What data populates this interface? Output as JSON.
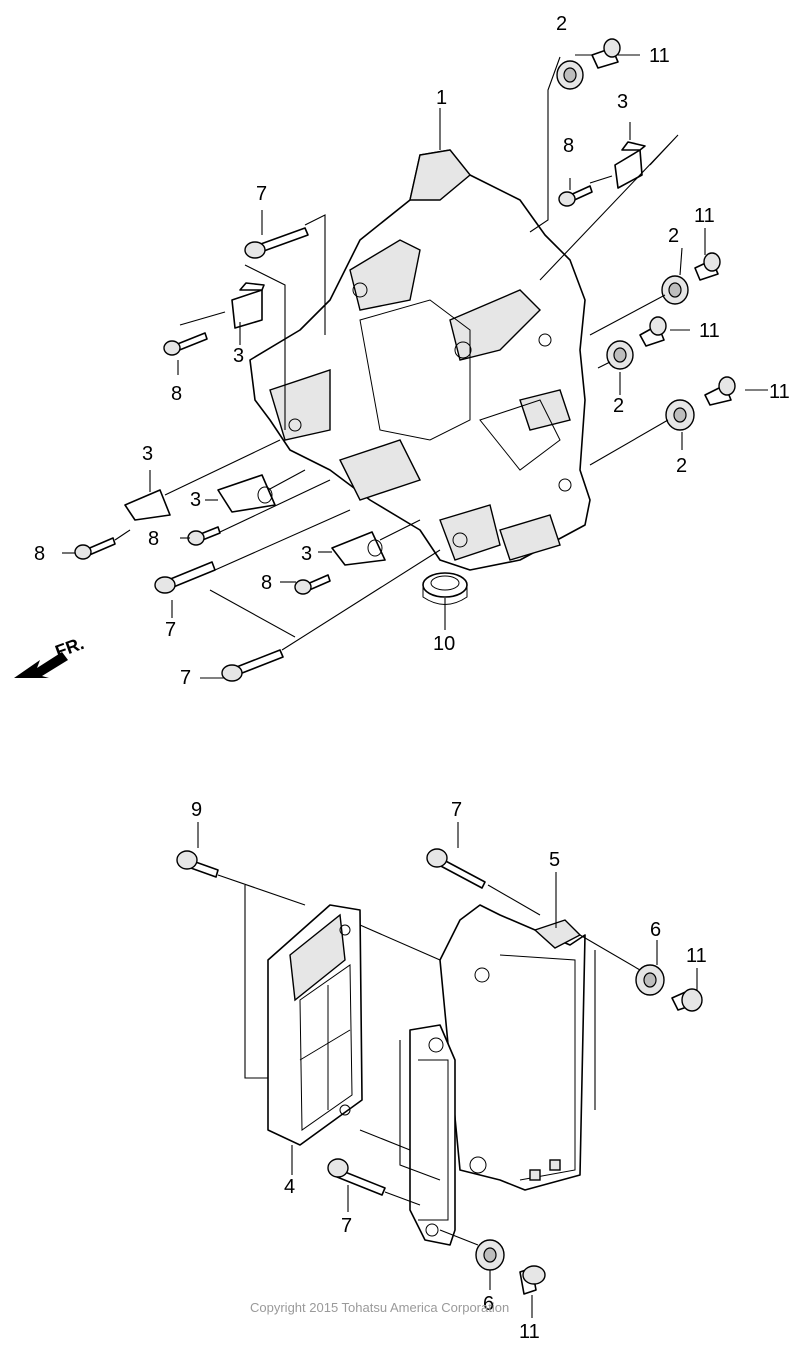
{
  "diagram": {
    "front_marker": "FR.",
    "copyright": "Copyright 2015 Tohatsu America Corporation",
    "callouts": [
      {
        "id": "c-1",
        "label": "1"
      },
      {
        "id": "c-2-top",
        "label": "2"
      },
      {
        "id": "c-2-mid",
        "label": "2"
      },
      {
        "id": "c-2-low",
        "label": "2"
      },
      {
        "id": "c-2-bot",
        "label": "2"
      },
      {
        "id": "c-3-top",
        "label": "3"
      },
      {
        "id": "c-3-left",
        "label": "3"
      },
      {
        "id": "c-3-a",
        "label": "3"
      },
      {
        "id": "c-3-b",
        "label": "3"
      },
      {
        "id": "c-3-c",
        "label": "3"
      },
      {
        "id": "c-4",
        "label": "4"
      },
      {
        "id": "c-5",
        "label": "5"
      },
      {
        "id": "c-6-top",
        "label": "6"
      },
      {
        "id": "c-6-bot",
        "label": "6"
      },
      {
        "id": "c-7-a",
        "label": "7"
      },
      {
        "id": "c-7-b",
        "label": "7"
      },
      {
        "id": "c-7-c",
        "label": "7"
      },
      {
        "id": "c-7-d",
        "label": "7"
      },
      {
        "id": "c-7-e",
        "label": "7"
      },
      {
        "id": "c-8-a",
        "label": "8"
      },
      {
        "id": "c-8-b",
        "label": "8"
      },
      {
        "id": "c-8-c",
        "label": "8"
      },
      {
        "id": "c-8-d",
        "label": "8"
      },
      {
        "id": "c-8-e",
        "label": "8"
      },
      {
        "id": "c-9",
        "label": "9"
      },
      {
        "id": "c-10",
        "label": "10"
      },
      {
        "id": "c-11-a",
        "label": "11"
      },
      {
        "id": "c-11-b",
        "label": "11"
      },
      {
        "id": "c-11-c",
        "label": "11"
      },
      {
        "id": "c-11-d",
        "label": "11"
      },
      {
        "id": "c-11-e",
        "label": "11"
      },
      {
        "id": "c-11-f",
        "label": "11"
      }
    ]
  }
}
